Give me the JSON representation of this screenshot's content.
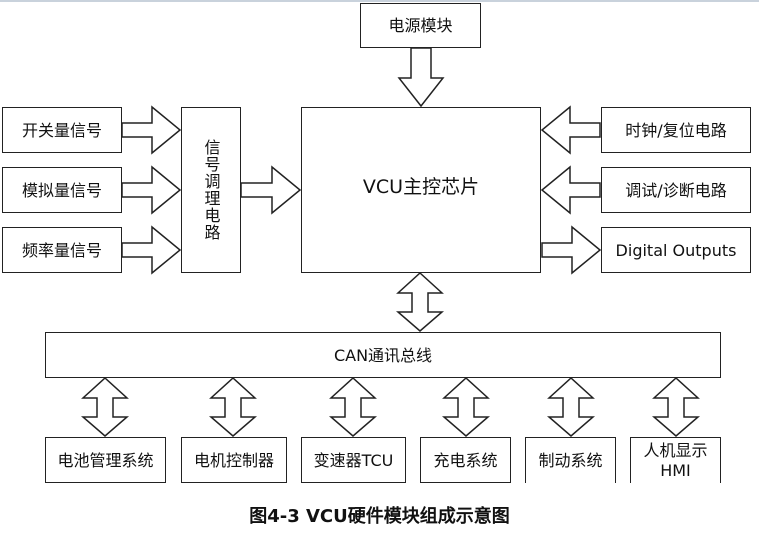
{
  "diagram": {
    "power_module": "电源模块",
    "inputs": [
      "开关量信号",
      "模拟量信号",
      "频率量信号"
    ],
    "signal_conditioning": "信号调理电路",
    "main_chip": "VCU主控芯片",
    "right_blocks": [
      {
        "label": "时钟/复位电路",
        "direction": "into-vcu"
      },
      {
        "label": "调试/诊断电路",
        "direction": "into-vcu"
      },
      {
        "label": "Digital Outputs",
        "direction": "out-of-vcu"
      }
    ],
    "can_bus": "CAN通讯总线",
    "can_nodes": [
      "电池管理系统",
      "电机控制器",
      "变速器TCU",
      "充电系统",
      "制动系统",
      "人机显示\nHMI"
    ],
    "can_node_hmi_lines": [
      "人机显示",
      "HMI"
    ]
  },
  "caption": "图4-3  VCU硬件模块组成示意图"
}
